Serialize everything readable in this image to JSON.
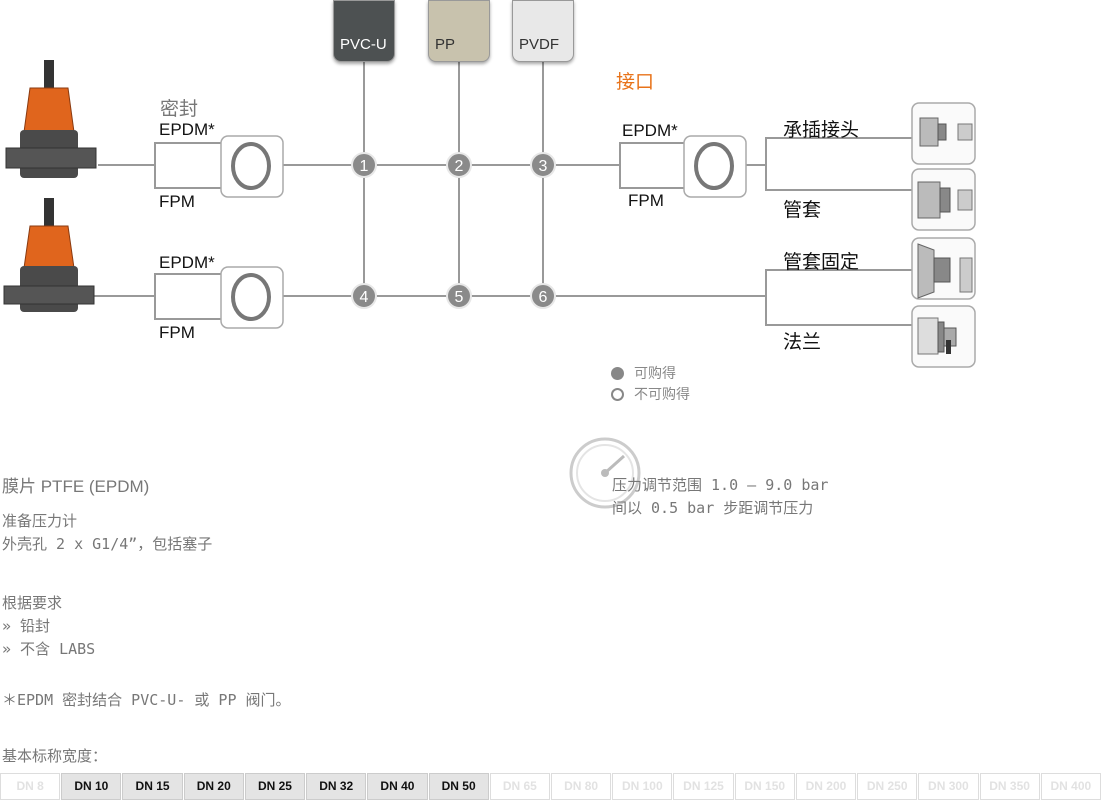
{
  "materials": [
    {
      "label": "PVC-U",
      "color": "#4d5152",
      "text_color": "#ffffff"
    },
    {
      "label": "PP",
      "color": "#c8c2ad",
      "text_color": "#333333"
    },
    {
      "label": "PVDF",
      "color": "#e8e8e8",
      "text_color": "#333333"
    }
  ],
  "seal": {
    "title": "密封",
    "top_row": {
      "upper": "EPDM*",
      "lower": "FPM"
    },
    "bottom_row": {
      "upper": "EPDM*",
      "lower": "FPM"
    },
    "right": {
      "upper": "EPDM*",
      "lower": "FPM"
    }
  },
  "connections": {
    "title": "接口",
    "title_color": "#e8731a",
    "items": [
      "承插接头",
      "管套",
      "管套固定",
      "法兰"
    ]
  },
  "nodes": [
    "1",
    "2",
    "3",
    "4",
    "5",
    "6"
  ],
  "legend": {
    "available": "可购得",
    "unavailable": "不可购得"
  },
  "info": {
    "diaphragm": "膜片 PTFE (EPDM)",
    "gauge_ready": "准备压力计",
    "housing_bore": "外壳孔 2 x G1/4”，包括塞子",
    "on_request": "根据要求",
    "lead_seal": "» 铅封",
    "no_labs": "» 不含 LABS",
    "footnote": "＊EPDM 密封结合 PVC-U- 或 PP 阀门。",
    "pressure_range": "压力调节范围 1.0 – 9.0 bar",
    "pressure_step": "间以 0.5 bar 步距调节压力",
    "nominal_widths_title": "基本标称宽度："
  },
  "nominal_widths": [
    {
      "label": "DN 8",
      "available": false
    },
    {
      "label": "DN 10",
      "available": true
    },
    {
      "label": "DN 15",
      "available": true
    },
    {
      "label": "DN 20",
      "available": true
    },
    {
      "label": "DN 25",
      "available": true
    },
    {
      "label": "DN 32",
      "available": true
    },
    {
      "label": "DN 40",
      "available": true
    },
    {
      "label": "DN 50",
      "available": true
    },
    {
      "label": "DN 65",
      "available": false
    },
    {
      "label": "DN 80",
      "available": false
    },
    {
      "label": "DN 100",
      "available": false
    },
    {
      "label": "DN 125",
      "available": false
    },
    {
      "label": "DN 150",
      "available": false
    },
    {
      "label": "DN 200",
      "available": false
    },
    {
      "label": "DN 250",
      "available": false
    },
    {
      "label": "DN 300",
      "available": false
    },
    {
      "label": "DN 350",
      "available": false
    },
    {
      "label": "DN 400",
      "available": false
    }
  ]
}
